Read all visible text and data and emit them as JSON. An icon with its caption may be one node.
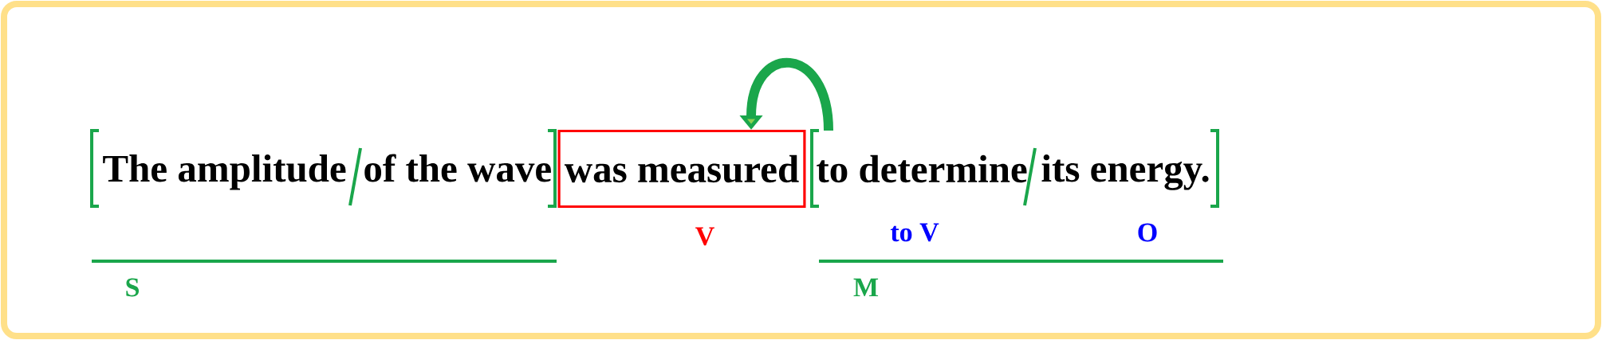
{
  "diagram": {
    "nodes": [
      {
        "text": [
          "was measured"
        ]
      },
      {
        "text": [
          "to determine"
        ]
      }
    ],
    "edges": [
      {
        "from": 1,
        "to": 0,
        "arrow": "to"
      }
    ],
    "labels": [
      "The amplitude",
      "of the wave",
      "its energy.",
      "V",
      "to V",
      "O",
      "S",
      "M"
    ]
  }
}
